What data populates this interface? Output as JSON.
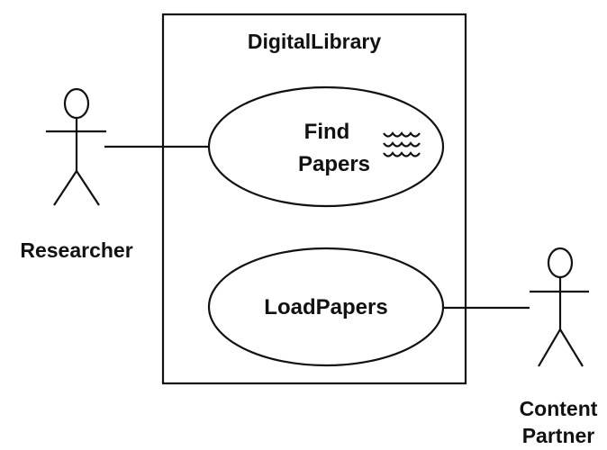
{
  "diagram": {
    "type": "uml-use-case",
    "system_boundary": {
      "name": "DigitalLibrary"
    },
    "use_cases": [
      {
        "id": "uc1",
        "lines": [
          "Find",
          "Papers"
        ],
        "has_extension_icon": true,
        "extension_icon": "wave-icon"
      },
      {
        "id": "uc2",
        "lines": [
          "LoadPapers"
        ],
        "has_extension_icon": false
      }
    ],
    "actors": [
      {
        "id": "a1",
        "lines": [
          "Researcher"
        ],
        "associated_use_case": "uc1"
      },
      {
        "id": "a2",
        "lines": [
          "Content",
          "Partner"
        ],
        "associated_use_case": "uc2"
      }
    ],
    "colors": {
      "stroke": "#111111",
      "background": "#ffffff"
    }
  }
}
